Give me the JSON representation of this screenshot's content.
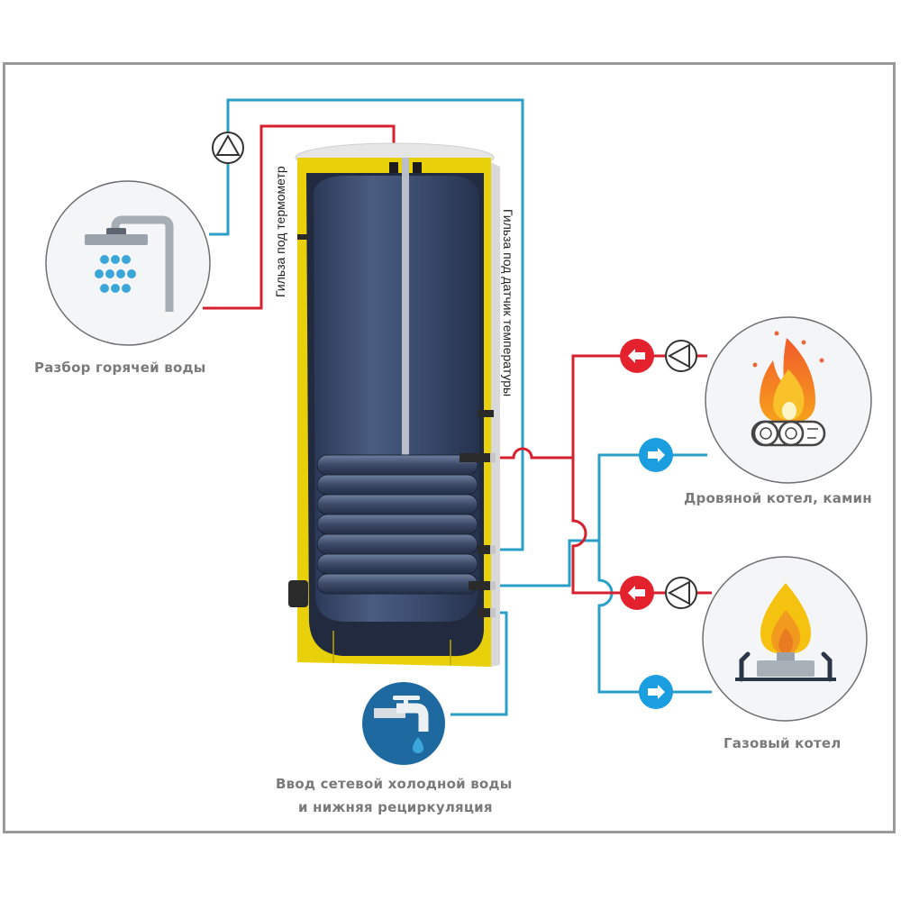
{
  "title": "Схема подключения бойлера косвенного нагрева",
  "labels": {
    "hot_water": "Разбор горячей воды",
    "wood_boiler": "Дровяной котел, камин",
    "gas_boiler": "Газовый котел",
    "cold_inlet_line1": "Ввод  сетевой холодной воды",
    "cold_inlet_line2": "и нижняя рециркуляция",
    "thermometer_sleeve": "Гильза под термометр",
    "sensor_sleeve": "Гильза под датчик температуры"
  },
  "icons": {
    "shower": "shower-icon",
    "campfire": "campfire-icon",
    "gas_burner": "gas-burner-icon",
    "water_tap": "water-tap-icon",
    "pump": "circulation-pump-icon",
    "flow_out": "arrow-left-icon",
    "flow_in": "arrow-right-icon"
  },
  "colors": {
    "hot_pipe": "#d6202e",
    "cold_pipe": "#2a9fc9",
    "tank_insulation": "#e8d10a",
    "tank_body": "#3a4a6a",
    "arrow_red": "#e3222d",
    "arrow_blue": "#1a9ee0",
    "label_gray": "#7a7a7a",
    "tap_circle": "#1e6aa0"
  }
}
